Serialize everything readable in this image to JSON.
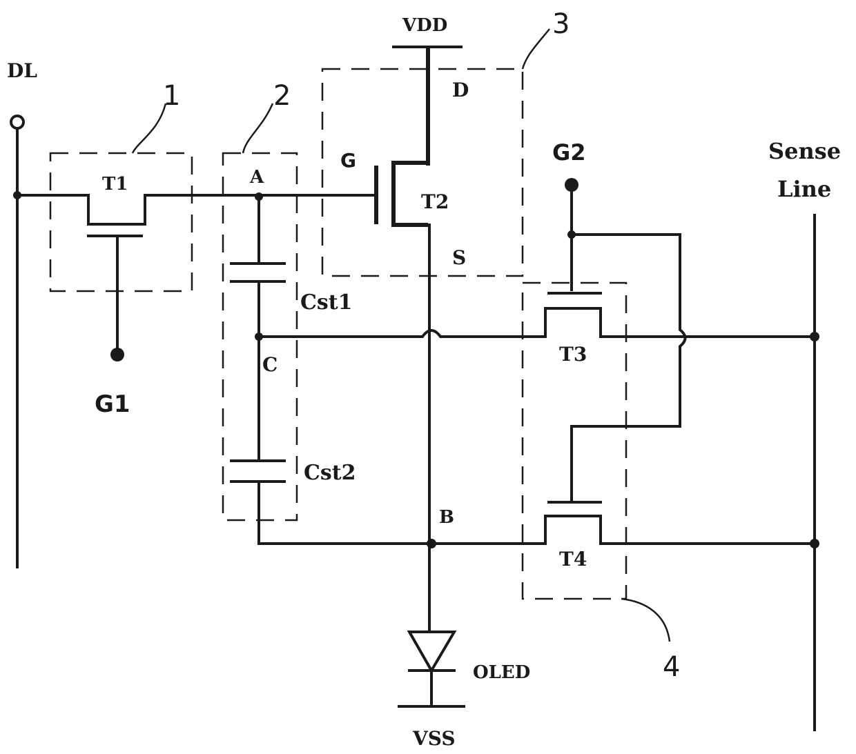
{
  "labels": {
    "vdd": "VDD",
    "dl": "DL",
    "d": "D",
    "g": "G",
    "s": "S",
    "g2": "G2",
    "sense_line_1": "Sense",
    "sense_line_2": "Line",
    "t1": "T1",
    "t2": "T2",
    "t3": "T3",
    "t4": "T4",
    "node_a": "A",
    "node_b": "B",
    "node_c": "C",
    "cst1": "Cst1",
    "cst2": "Cst2",
    "g1": "G1",
    "oled": "OLED",
    "vss": "VSS"
  },
  "region_numbers": {
    "region_1": "1",
    "region_2": "2",
    "region_3": "3",
    "region_4": "4"
  }
}
